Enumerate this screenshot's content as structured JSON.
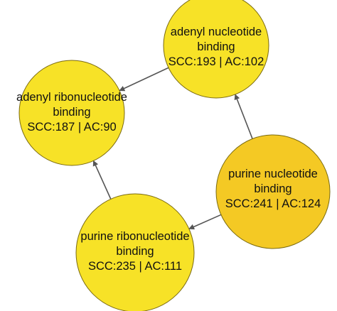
{
  "nodes": [
    {
      "id": "adenyl-nucleotide",
      "lines": [
        "adenyl nucleotide",
        "binding",
        "SCC:193 | AC:102"
      ],
      "fill": "#f7e227"
    },
    {
      "id": "adenyl-ribonucleotide",
      "lines": [
        "adenyl ribonucleotide",
        "binding",
        "SCC:187 | AC:90"
      ],
      "fill": "#f7e227"
    },
    {
      "id": "purine-nucleotide",
      "lines": [
        "purine nucleotide",
        "binding",
        "SCC:241 | AC:124"
      ],
      "fill": "#f4c924"
    },
    {
      "id": "purine-ribonucleotide",
      "lines": [
        "purine ribonucleotide",
        "binding",
        "SCC:235 | AC:111"
      ],
      "fill": "#f7e227"
    }
  ],
  "edges": [
    {
      "from": "adenyl-nucleotide",
      "to": "adenyl-ribonucleotide"
    },
    {
      "from": "purine-nucleotide",
      "to": "adenyl-nucleotide"
    },
    {
      "from": "purine-nucleotide",
      "to": "purine-ribonucleotide"
    },
    {
      "from": "purine-ribonucleotide",
      "to": "adenyl-ribonucleotide"
    }
  ],
  "colors": {
    "edge": "#555555",
    "node_stroke": "#7a6a10"
  }
}
